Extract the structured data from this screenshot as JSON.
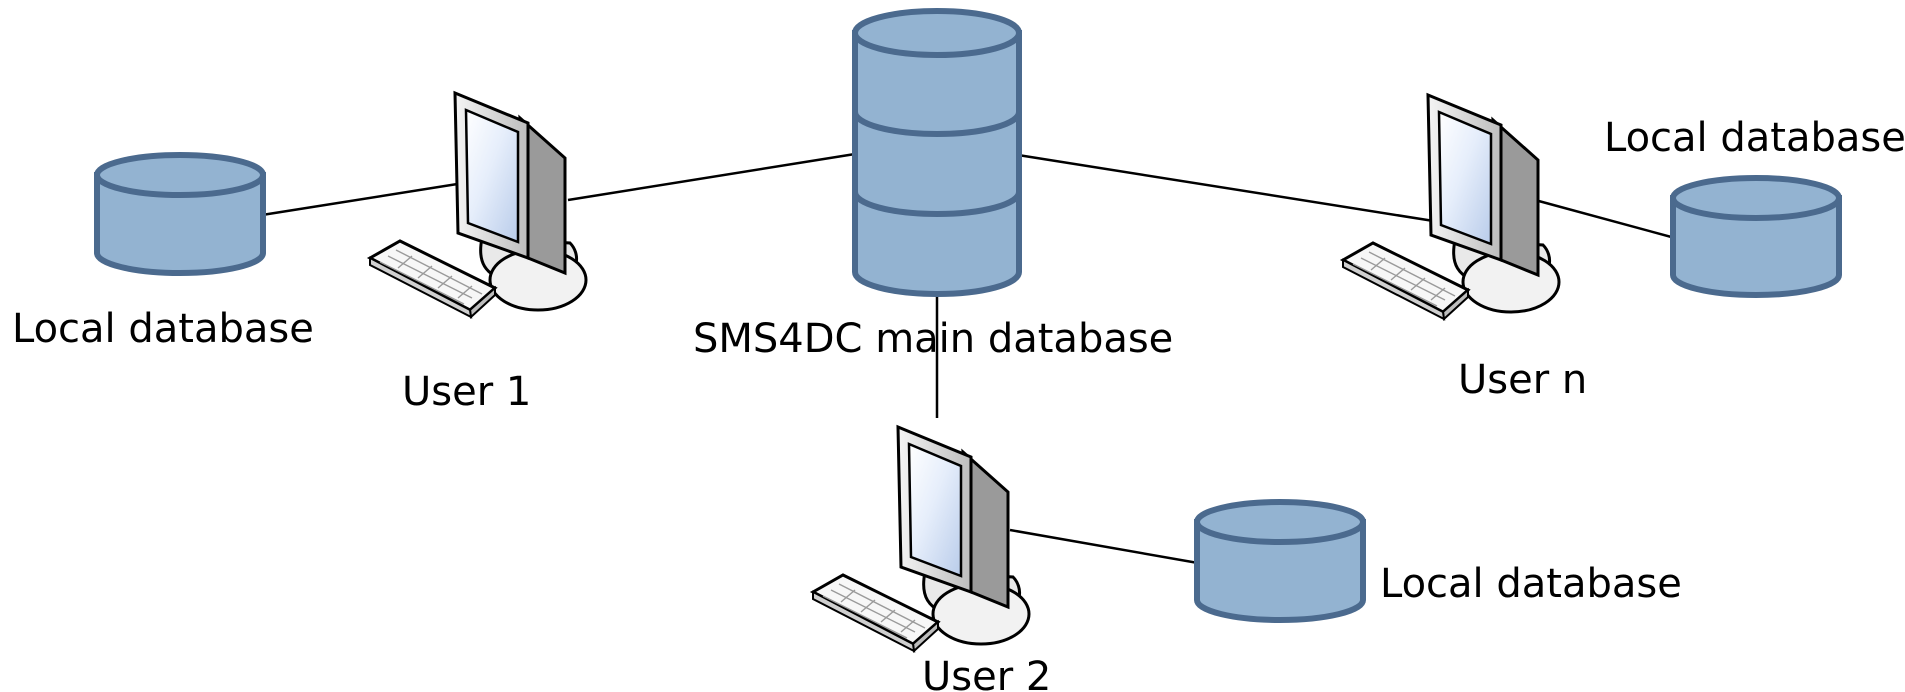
{
  "diagram": {
    "main_db_label": "SMS4DC main database",
    "users": [
      {
        "name": "User 1",
        "db_label": "Local database"
      },
      {
        "name": "User 2",
        "db_label": "Local database"
      },
      {
        "name": "User n",
        "db_label": "Local database"
      }
    ]
  },
  "colors": {
    "db_fill": "#93B3D1",
    "db_stroke": "#4B6A8E",
    "line": "#000000",
    "screen": "#DCE7F7"
  },
  "icons": {
    "database": "database-cylinder-icon",
    "workstation": "desktop-computer-icon"
  }
}
